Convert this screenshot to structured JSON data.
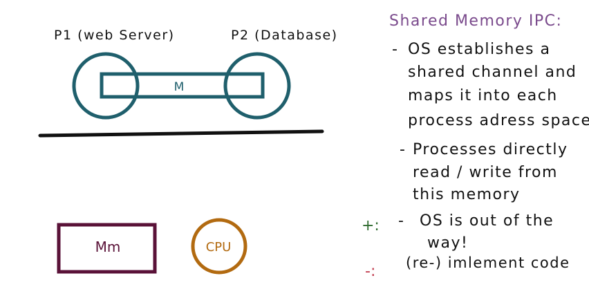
{
  "diagram": {
    "p1_label": "P1 (web Server)",
    "p2_label": "P2 (Database)",
    "memory_label": "M",
    "main_memory_label": "Mm",
    "cpu_label": "CPU"
  },
  "notes": {
    "title": "Shared Memory IPC:",
    "bullet1_marker": "-",
    "bullet1_lines": [
      "OS establishes a",
      "shared channel and",
      "maps it into each",
      "process adress space"
    ],
    "bullet2_marker": "-",
    "bullet2_lines": [
      "Processes directly",
      "read / write from",
      "this memory"
    ],
    "plus_symbol": "+:",
    "plus_marker": "-",
    "plus_lines": [
      "OS is out of the",
      "way!"
    ],
    "minus_symbol": "-:",
    "minus_text": "(re-) imlement code"
  },
  "colors": {
    "process_teal": "#1f5f6c",
    "ink_black": "#111111",
    "main_memory_maroon": "#5a1238",
    "cpu_orange": "#b26a10",
    "title_purple": "#7a4a8c",
    "plus_green": "#2f6b2f",
    "minus_red": "#c0394b"
  }
}
